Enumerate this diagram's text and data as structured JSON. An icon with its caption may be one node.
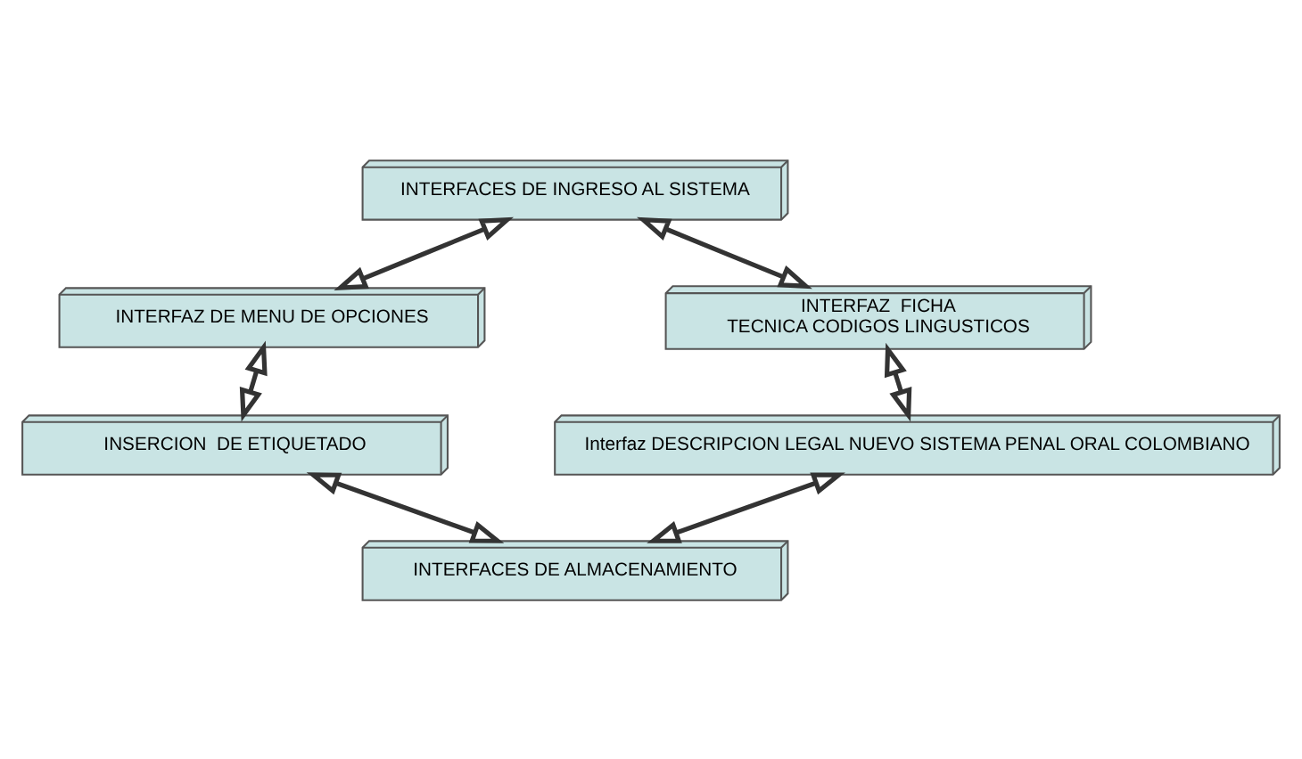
{
  "diagram": {
    "nodes": [
      {
        "text": [
          "INTERFACES DE INGRESO AL SISTEMA"
        ]
      },
      {
        "text": [
          "INTERFAZ DE MENU DE OPCIONES"
        ]
      },
      {
        "text": [
          "INTERFAZ  FICHA TECNICA CODIGOS LINGUSTICOS"
        ]
      },
      {
        "text": [
          "INSERCION  DE ETIQUETADO"
        ]
      },
      {
        "text": [
          "Interfaz DESCRIPCION LEGAL NUEVO SISTEMA PENAL ORAL COLOMBIANO"
        ]
      },
      {
        "text": [
          "INTERFACES DE ALMACENAMIENTO"
        ]
      }
    ],
    "edges": [
      {
        "from": 0,
        "to": 1,
        "arrow": "both"
      },
      {
        "from": 0,
        "to": 2,
        "arrow": "both"
      },
      {
        "from": 1,
        "to": 3,
        "arrow": "both"
      },
      {
        "from": 2,
        "to": 4,
        "arrow": "both"
      },
      {
        "from": 3,
        "to": 5,
        "arrow": "both"
      },
      {
        "from": 4,
        "to": 5,
        "arrow": "both"
      }
    ]
  }
}
